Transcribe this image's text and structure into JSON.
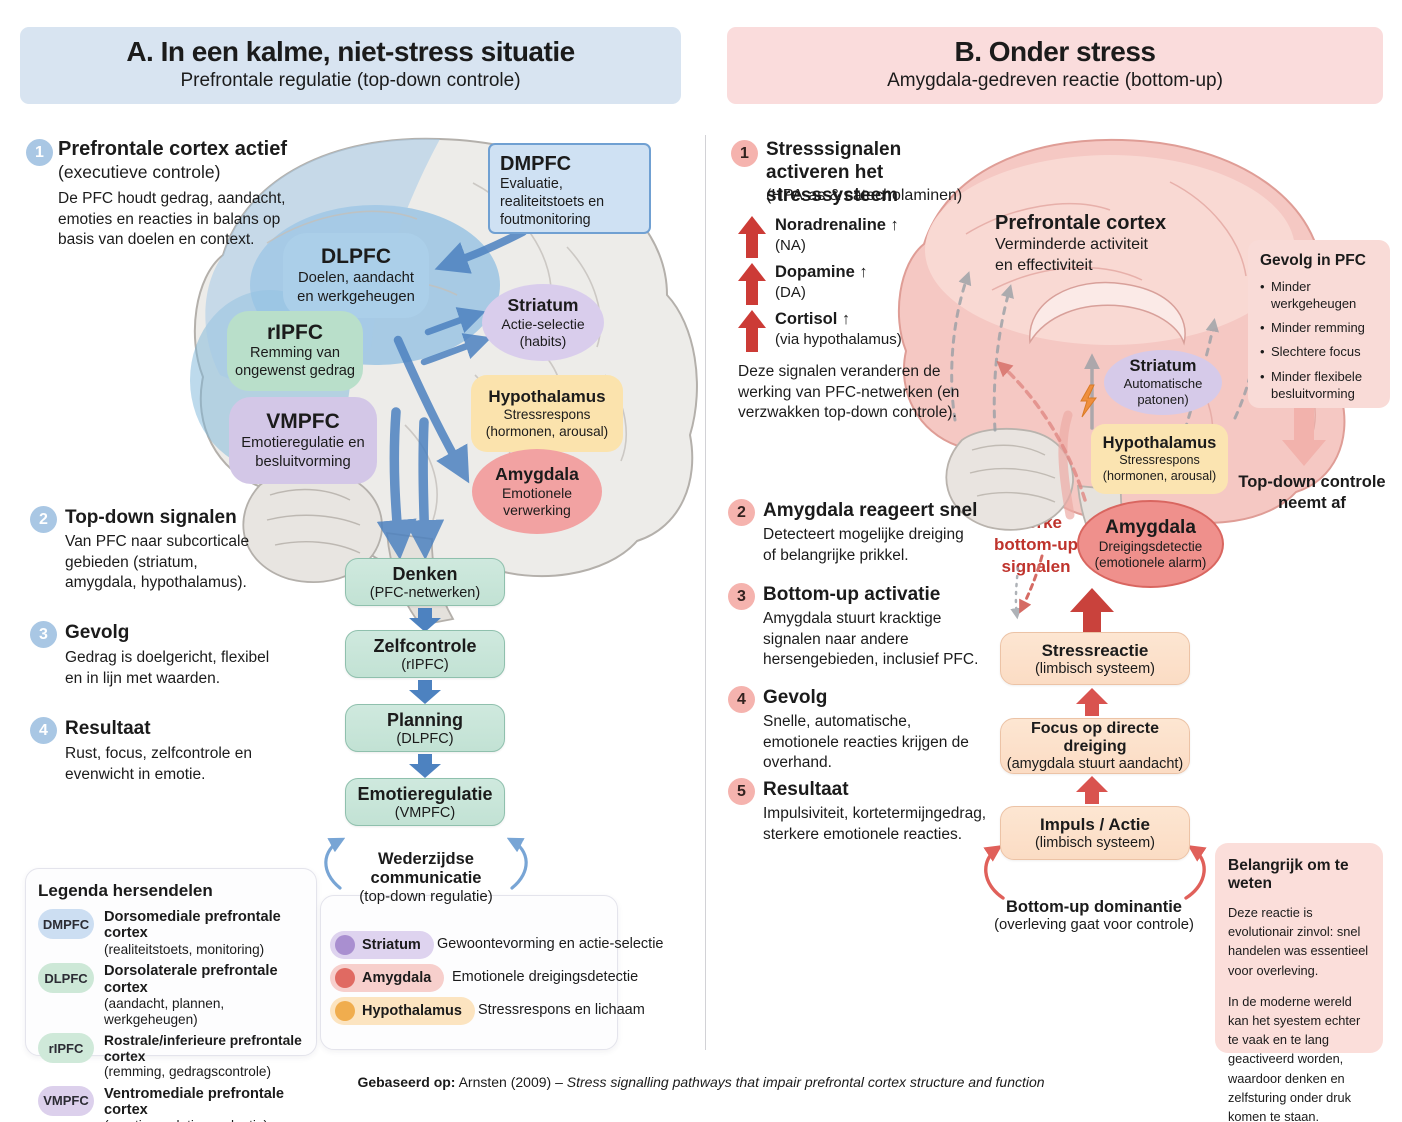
{
  "panel_a": {
    "header": {
      "title": "A. In een kalme, niet-stress situatie",
      "subtitle": "Prefrontale regulatie (top-down controle)"
    },
    "steps": [
      {
        "num": "1",
        "title": "Prefrontale cortex actief",
        "subtitle": "(executieve controle)",
        "body": "De PFC houdt gedrag, aandacht, emoties en reacties in balans op basis van doelen en context."
      },
      {
        "num": "2",
        "title": "Top-down signalen",
        "body": "Van PFC naar subcorticale gebieden (striatum, amygdala, hypothalamus)."
      },
      {
        "num": "3",
        "title": "Gevolg",
        "body": "Gedrag is doelgericht, flexibel en in lijn met waarden."
      },
      {
        "num": "4",
        "title": "Resultaat",
        "body": "Rust, focus, zelfcontrole en evenwicht in emotie."
      }
    ],
    "regions": {
      "dmpfc": {
        "name": "DMPFC",
        "desc": "Evaluatie, realiteitstoets en foutmonitoring"
      },
      "dlpfc": {
        "name": "DLPFC",
        "desc": "Doelen, aandacht en werkgeheugen"
      },
      "rlpfc": {
        "name": "rIPFC",
        "desc": "Remming van ongewenst gedrag"
      },
      "vmpfc": {
        "name": "VMPFC",
        "desc": "Emotieregulatie en besluitvorming"
      },
      "striatum": {
        "name": "Striatum",
        "desc1": "Actie-selectie",
        "desc2": "(habits)"
      },
      "hypothalamus": {
        "name": "Hypothalamus",
        "desc1": "Stressrespons",
        "desc2": "(hormonen, arousal)"
      },
      "amygdala": {
        "name": "Amygdala",
        "desc1": "Emotionele",
        "desc2": "verwerking"
      }
    },
    "flow": [
      {
        "title": "Denken",
        "sub": "(PFC-netwerken)"
      },
      {
        "title": "Zelfcontrole",
        "sub": "(rIPFC)"
      },
      {
        "title": "Planning",
        "sub": "(DLPFC)"
      },
      {
        "title": "Emotieregulatie",
        "sub": "(VMPFC)"
      }
    ],
    "mutual": {
      "title": "Wederzijdse communicatie",
      "sub": "(top-down regulatie)"
    },
    "legend_regions": {
      "title": "Legenda hersendelen",
      "items": [
        {
          "abbr": "DMPFC",
          "name": "Dorsomediale prefrontale cortex",
          "desc": "(realiteitstoets, monitoring)"
        },
        {
          "abbr": "DLPFC",
          "name": "Dorsolaterale prefrontale cortex",
          "desc": "(aandacht, plannen, werkgeheugen)"
        },
        {
          "abbr": "rIPFC",
          "name": "Rostrale/inferieure prefrontale cortex",
          "desc": "(remming, gedragscontrole)"
        },
        {
          "abbr": "VMPFC",
          "name": "Ventromediale prefrontale cortex",
          "desc": "(emotieregulatie, evaluatie)"
        }
      ]
    },
    "legend_nuclei": [
      {
        "label": "Striatum",
        "desc": "Gewoontevorming en actie-selectie"
      },
      {
        "label": "Amygdala",
        "desc": "Emotionele dreigingsdetectie"
      },
      {
        "label": "Hypothalamus",
        "desc": "Stressrespons en lichaam"
      }
    ]
  },
  "panel_b": {
    "header": {
      "title": "B. Onder stress",
      "subtitle": "Amygdala-gedreven reactie (bottom-up)"
    },
    "step1": {
      "num": "1",
      "title": "Stresssignalen activeren het stresssysteem",
      "subtitle": "(HPA-as & catecholaminen)",
      "hormones": [
        {
          "name": "Noradrenaline ↑",
          "abbr": "(NA)"
        },
        {
          "name": "Dopamine ↑",
          "abbr": "(DA)"
        },
        {
          "name": "Cortisol ↑",
          "abbr": "(via hypothalamus)"
        }
      ],
      "note": "Deze signalen veranderen de werking van PFC-netwerken (en verzwakken top-down controle)."
    },
    "steps": [
      {
        "num": "2",
        "title": "Amygdala reageert snel",
        "body": "Detecteert mogelijke dreiging of belangrijke prikkel."
      },
      {
        "num": "3",
        "title": "Bottom-up activatie",
        "body": "Amygdala stuurt kracktige signalen naar andere hersengebieden, inclusief PFC."
      },
      {
        "num": "4",
        "title": "Gevolg",
        "body": "Snelle, automatische, emotionele reacties krijgen de overhand."
      },
      {
        "num": "5",
        "title": "Resultaat",
        "body": "Impulsiviteit, kortetermijngedrag, sterkere emotionele reacties."
      }
    ],
    "pfc_label": {
      "title": "Prefrontale cortex",
      "desc1": "Verminderde activiteit",
      "desc2": "en effectiviteit"
    },
    "regions": {
      "striatum": {
        "name": "Striatum",
        "desc1": "Automatische",
        "desc2": "patonen)"
      },
      "hypothalamus": {
        "name": "Hypothalamus",
        "desc1": "Stressrespons",
        "desc2": "(hormonen, arousal)"
      },
      "amygdala": {
        "name": "Amygdala",
        "desc1": "Dreigingsdetectie",
        "desc2": "(emotionele alarm)"
      }
    },
    "strong_signals": {
      "line1": "Sterke",
      "line2": "bottom-up",
      "line3": "signalen"
    },
    "gevolg_pfc": {
      "title": "Gevolg in PFC",
      "bullets": [
        "Minder werkgeheugen",
        "Minder remming",
        "Slechtere focus",
        "Minder flexibele besluitvorming"
      ]
    },
    "topdown_af": "Top-down controle neemt af",
    "chain": [
      {
        "title": "Stressreactie",
        "sub": "(limbisch systeem)"
      },
      {
        "title": "Focus op directe dreiging",
        "sub": "(amygdala stuurt aandacht)"
      },
      {
        "title": "Impuls / Actie",
        "sub": "(limbisch systeem)"
      }
    ],
    "dominance": {
      "title": "Bottom-up dominantie",
      "sub": "(overleving gaat voor controle)"
    },
    "important": {
      "title": "Belangrijk om te weten",
      "p1": "Deze reactie is evolutionair zinvol: snel handelen was essentieel voor overleving.",
      "p2": "In de moderne wereld kan het syestem echter te vaak en te lang geactiveerd worden, waardoor denken en zelfsturing onder druk komen te staan."
    }
  },
  "footer": {
    "prefix": "Gebaseerd op:",
    "mid": " Arnsten (2009) – ",
    "title_italic": "Stress signalling pathways that impair prefrontal cortex structure and function"
  },
  "colors": {
    "panel_a_header_bg": "#d8e4f1",
    "panel_b_header_bg": "#fadcdc",
    "blue_arrow": "#4d82c0",
    "red_arrow": "#cc3b36",
    "accent_red_text": "#bf332c",
    "flow_box_green": "#c8e6d9",
    "chain_box_peach": "#fce0c9"
  }
}
